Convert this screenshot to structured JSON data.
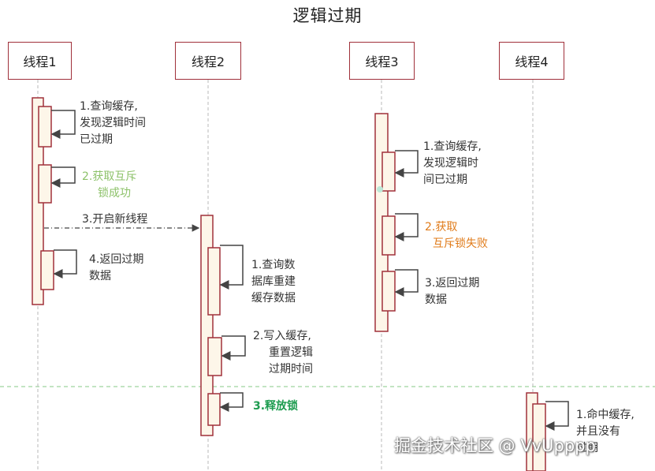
{
  "title": "逻辑过期",
  "threads": [
    "线程1",
    "线程2",
    "线程3",
    "线程4"
  ],
  "steps": {
    "t1_s1": [
      "1.查询缓存,",
      "发现逻辑时间",
      "已过期"
    ],
    "t1_s2": [
      "2.获取互斥",
      "锁成功"
    ],
    "t1_s3": [
      "3.开启新线程"
    ],
    "t1_s4": [
      "4.返回过期",
      "数据"
    ],
    "t2_s1": [
      "1.查询数",
      "据库重建",
      "缓存数据"
    ],
    "t2_s2": [
      "2.写入缓存,",
      "重置逻辑",
      "过期时间"
    ],
    "t2_s3": [
      "3.释放锁"
    ],
    "t3_s1": [
      "1.查询缓存,",
      "发现逻辑时",
      "间已过期"
    ],
    "t3_s2": [
      "2.获取",
      "互斥锁失败"
    ],
    "t3_s3": [
      "3.返回过期",
      "数据"
    ],
    "t4_s1": [
      "1.命中缓存,",
      "并且没有",
      "过期"
    ]
  },
  "watermark": "掘金技术社区 @ VvUpppp",
  "colors": {
    "border": "#a0303a",
    "activation_fill": "#fdf6e9",
    "success_label": "#8dc26a",
    "release_label": "#1e9c50",
    "fail_label": "#e07b1a",
    "divider": "#9fd49f"
  }
}
